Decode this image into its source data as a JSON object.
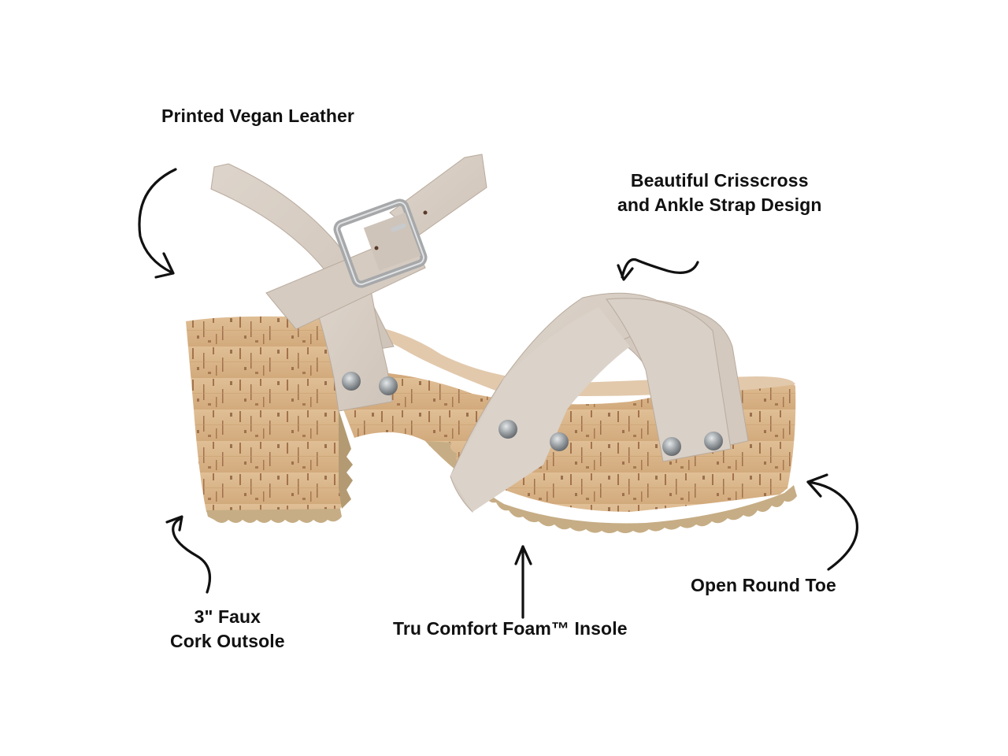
{
  "product": {
    "type": "sandal",
    "colors": {
      "background": "#ffffff",
      "strap": "#d8cec5",
      "strap_shadow": "#b9ab9d",
      "cork": "#d9b58a",
      "cork_speckle": "#7a4526",
      "outsole": "#c6ad85",
      "outsole_shadow": "#a88d64",
      "buckle": "#a8a8a8",
      "stud": "#9a9fa3",
      "label_text": "#111111",
      "arrow": "#111111"
    }
  },
  "callouts": [
    {
      "id": "vegan-leather",
      "lines": [
        "Printed Vegan Leather"
      ],
      "arrow_icon": "curved-arrow-down-right-icon"
    },
    {
      "id": "crisscross",
      "lines": [
        "Beautiful Crisscross",
        "and Ankle Strap Design"
      ],
      "arrow_icon": "wavy-arrow-left-icon"
    },
    {
      "id": "cork-outsole",
      "lines": [
        "3\" Faux",
        "Cork Outsole"
      ],
      "arrow_icon": "s-curve-arrow-up-icon"
    },
    {
      "id": "comfort-foam",
      "lines": [
        "Tru Comfort Foam™ Insole"
      ],
      "arrow_icon": "straight-arrow-up-icon"
    },
    {
      "id": "round-toe",
      "lines": [
        "Open Round Toe"
      ],
      "arrow_icon": "curved-arrow-up-left-icon"
    }
  ]
}
